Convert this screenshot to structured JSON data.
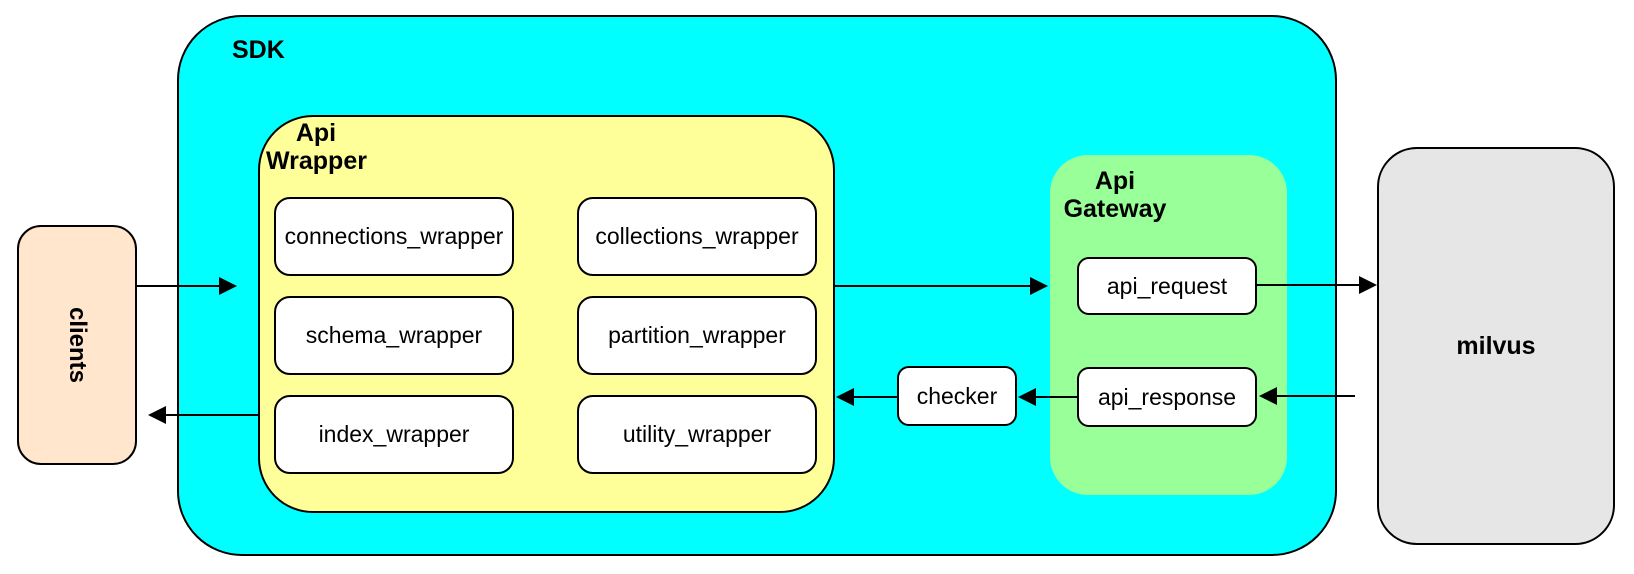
{
  "containers": {
    "sdk": {
      "label": "SDK",
      "fill": "#00FFFF"
    },
    "api_wrapper": {
      "line1": "Api",
      "line2": "Wrapper",
      "fill": "#FFFF99"
    },
    "api_gateway": {
      "line1": "Api",
      "line2": "Gateway",
      "fill": "#99FF99"
    }
  },
  "nodes": {
    "clients": {
      "label": "clients",
      "fill": "#FFE6CC"
    },
    "milvus": {
      "label": "milvus",
      "fill": "#E6E6E6"
    },
    "checker": {
      "label": "checker",
      "fill": "#FFFFFF"
    },
    "api_request": {
      "label": "api_request",
      "fill": "#FFFFFF"
    },
    "api_response": {
      "label": "api_response",
      "fill": "#FFFFFF"
    }
  },
  "wrapper_boxes": [
    {
      "label": "connections_wrapper"
    },
    {
      "label": "collections_wrapper"
    },
    {
      "label": "schema_wrapper"
    },
    {
      "label": "partition_wrapper"
    },
    {
      "label": "index_wrapper"
    },
    {
      "label": "utility_wrapper"
    }
  ],
  "colors": {
    "border": "#000000",
    "background": "#FFFFFF",
    "arrow": "#000000"
  }
}
